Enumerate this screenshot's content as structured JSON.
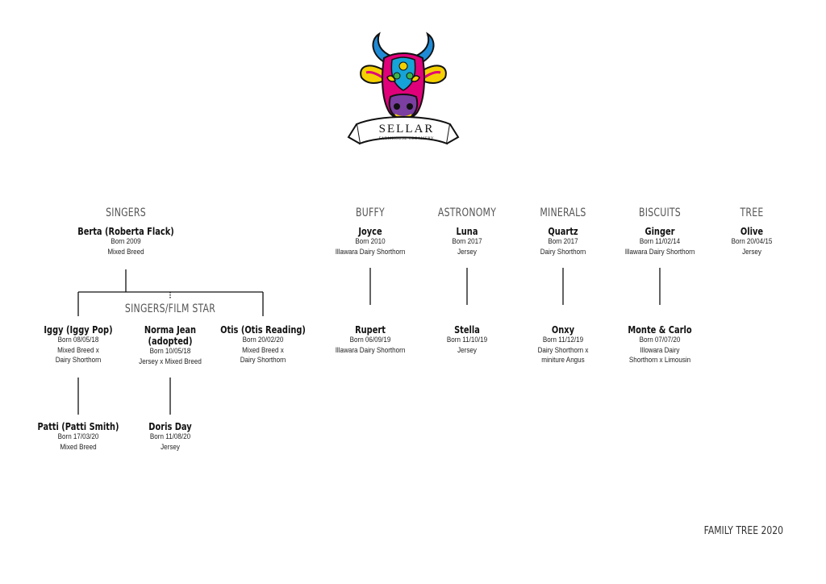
{
  "logo": {
    "brand": "SELLAR",
    "tagline": "FARMHOUSE CREAMERY"
  },
  "groups": {
    "singers": "SINGERS",
    "singers_film_star": "SINGERS/FILM STAR",
    "buffy": "BUFFY",
    "astronomy": "ASTRONOMY",
    "minerals": "MINERALS",
    "biscuits": "BISCUITS",
    "tree": "TREE"
  },
  "cows": {
    "berta": {
      "name": "Berta (Roberta Flack)",
      "born": "Born 2009",
      "breed": "Mixed Breed"
    },
    "iggy": {
      "name": "Iggy (Iggy Pop)",
      "born": "Born 08/05/18",
      "breed": "Mixed Breed x",
      "breed2": "Dairy Shorthorn"
    },
    "norma": {
      "name": "Norma Jean",
      "name2": "(adopted)",
      "born": "Born 10/05/18",
      "breed": "Jersey x Mixed Breed"
    },
    "otis": {
      "name": "Otis (Otis Reading)",
      "born": "Born 20/02/20",
      "breed": "Mixed Breed x",
      "breed2": "Dairy Shorthorn"
    },
    "patti": {
      "name": "Patti (Patti Smith)",
      "born": "Born 17/03/20",
      "breed": "Mixed Breed"
    },
    "doris": {
      "name": "Doris Day",
      "born": "Born 11/08/20",
      "breed": "Jersey"
    },
    "joyce": {
      "name": "Joyce",
      "born": "Born 2010",
      "breed": "Illawara Dairy Shorthorn"
    },
    "rupert": {
      "name": "Rupert",
      "born": "Born 06/09/19",
      "breed": "Illawara Dairy Shorthorn"
    },
    "luna": {
      "name": "Luna",
      "born": "Born 2017",
      "breed": "Jersey"
    },
    "stella": {
      "name": "Stella",
      "born": "Born 11/10/19",
      "breed": "Jersey"
    },
    "quartz": {
      "name": "Quartz",
      "born": "Born 2017",
      "breed": "Dairy Shorthorn"
    },
    "onxy": {
      "name": "Onxy",
      "born": "Born 11/12/19",
      "breed": "Dairy Shorthorn x",
      "breed2": "miniture Angus"
    },
    "ginger": {
      "name": "Ginger",
      "born": "Born 11/02/14",
      "breed": "Illawara Dairy Shorthorn"
    },
    "monte": {
      "name": "Monte & Carlo",
      "born": "Born 07/07/20",
      "breed": "Illowara Dairy",
      "breed2": "Shorthorn x Limousin"
    },
    "olive": {
      "name": "Olive",
      "born": "Born 20/04/15",
      "breed": "Jersey"
    }
  },
  "footer": "FAMILY TREE 2020",
  "colors": {
    "line": "#111111",
    "group": "#555555",
    "text": "#111111"
  }
}
